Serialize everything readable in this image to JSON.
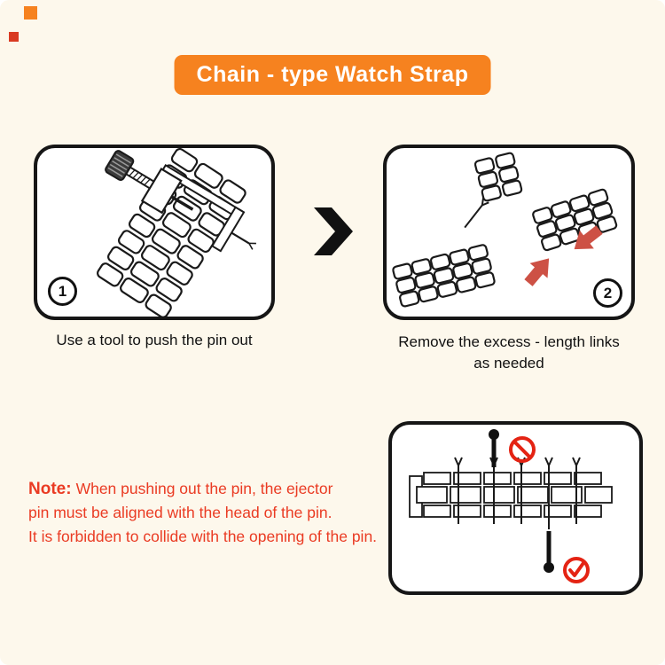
{
  "banner": {
    "title": "Chain - type Watch Strap"
  },
  "steps": [
    {
      "number": "1",
      "caption": "Use a tool to push the pin out"
    },
    {
      "number": "2",
      "caption_line1": "Remove the excess - length links",
      "caption_line2": "as needed"
    }
  ],
  "note": {
    "label": "Note:",
    "line1": "When pushing out the pin, the ejector",
    "line2": "pin must be aligned with the head of the pin.",
    "line3": "It is forbidden to collide with the opening of the pin."
  },
  "icons": {
    "chevron": "chevron-right-icon",
    "red_arrows": "red-arrow-icon",
    "prohibition": "prohibition-icon",
    "check": "check-icon"
  },
  "colors": {
    "background": "#fdf8ec",
    "banner_orange": "#f6821f",
    "note_red": "#ea3b23",
    "arrow_red": "#cd5145",
    "prohibition_red": "#e42313",
    "line_black": "#1a1a1a"
  }
}
